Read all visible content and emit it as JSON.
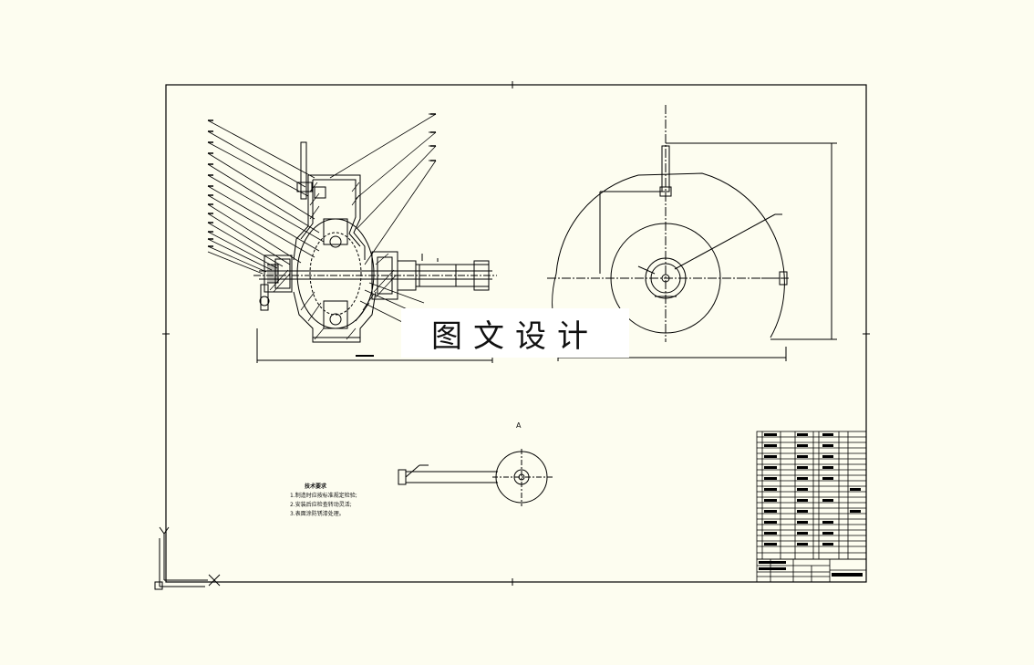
{
  "watermark": {
    "text": "图文设计"
  },
  "view_label": "A",
  "tech_notes": {
    "title": "技术要求",
    "items": [
      "1.制造时应按标准规定检验;",
      "2.安装后应检查转动灵活;",
      "3.表面涂防锈漆处理。"
    ]
  },
  "colors": {
    "background": "#fdfdf0",
    "line": "#000000",
    "watermark_bg": "#ffffff"
  }
}
